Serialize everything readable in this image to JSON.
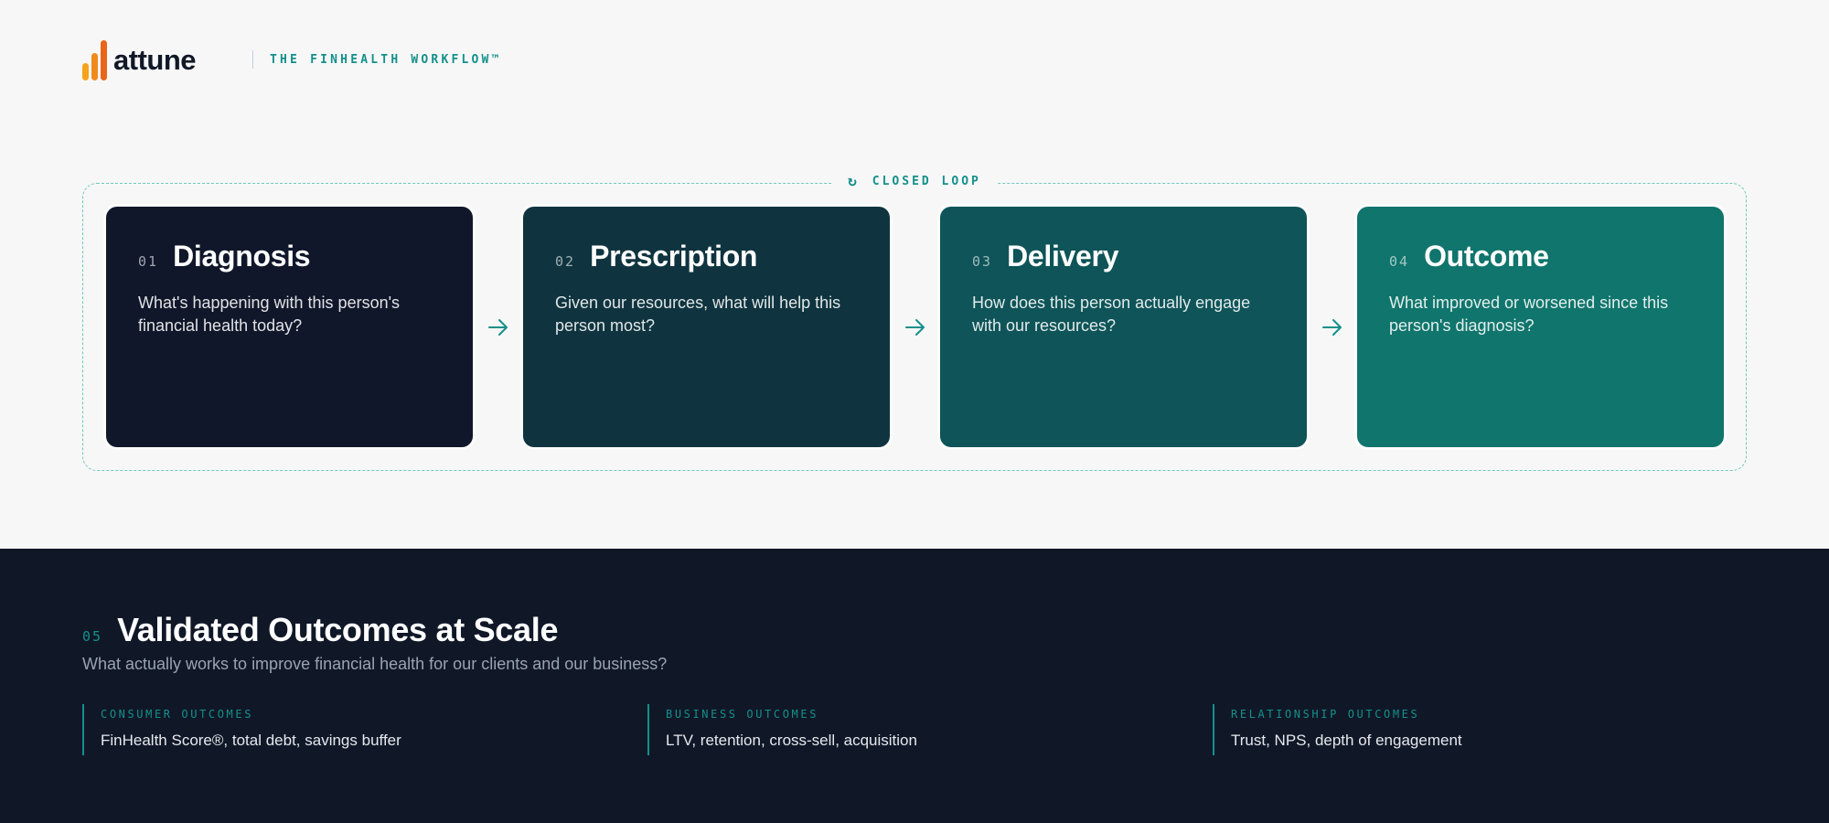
{
  "header": {
    "brand": "attune",
    "tagline": "THE FINHEALTH WORKFLOW™",
    "logo_colors": [
      "#f7a21b",
      "#f08a1c",
      "#e8651a"
    ]
  },
  "loop": {
    "label": "CLOSED LOOP",
    "icon": "refresh-icon",
    "border_color": "#6cc9b9"
  },
  "steps": [
    {
      "num": "01",
      "title": "Diagnosis",
      "desc": "What's happening with this person's financial health today?",
      "color": "#10172a"
    },
    {
      "num": "02",
      "title": "Prescription",
      "desc": "Given our resources, what will help this person most?",
      "color": "#0f343f"
    },
    {
      "num": "03",
      "title": "Delivery",
      "desc": "How does this person actually engage with our resources?",
      "color": "#0e5458"
    },
    {
      "num": "04",
      "title": "Outcome",
      "desc": "What improved or worsened since this person's diagnosis?",
      "color": "#10756c"
    }
  ],
  "arrow_icon": "arrow-right-icon",
  "accent": "#14908a",
  "outcomes_section": {
    "num": "05",
    "title": "Validated Outcomes at Scale",
    "subtitle": "What actually works to improve financial health for our clients and our business?",
    "background": "#101828",
    "items": [
      {
        "label": "CONSUMER OUTCOMES",
        "value": "FinHealth Score®, total debt, savings buffer"
      },
      {
        "label": "BUSINESS OUTCOMES",
        "value": "LTV, retention, cross-sell, acquisition"
      },
      {
        "label": "RELATIONSHIP OUTCOMES",
        "value": "Trust, NPS, depth of engagement"
      }
    ]
  }
}
